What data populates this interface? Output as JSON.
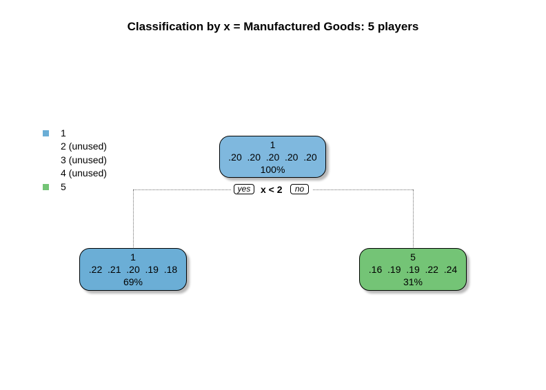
{
  "title": "Classification by x = Manufactured Goods: 5 players",
  "legend": [
    {
      "label": "1",
      "color": "#6baed6",
      "swatch": true
    },
    {
      "label": "2 (unused)",
      "swatch": false
    },
    {
      "label": "3 (unused)",
      "swatch": false
    },
    {
      "label": "4 (unused)",
      "swatch": false
    },
    {
      "label": "5",
      "color": "#74c476",
      "swatch": true
    }
  ],
  "split": {
    "condition": "x < 2",
    "yes_label": "yes",
    "no_label": "no"
  },
  "nodes": {
    "root": {
      "class": "1",
      "probs": ".20  .20  .20  .20  .20",
      "percent": "100%",
      "color": "#7fb8de"
    },
    "left": {
      "class": "1",
      "probs": ".22  .21  .20  .19  .18",
      "percent": "69%",
      "color": "#6baed6"
    },
    "right": {
      "class": "5",
      "probs": ".16  .19  .19  .22  .24",
      "percent": "31%",
      "color": "#74c476"
    }
  }
}
